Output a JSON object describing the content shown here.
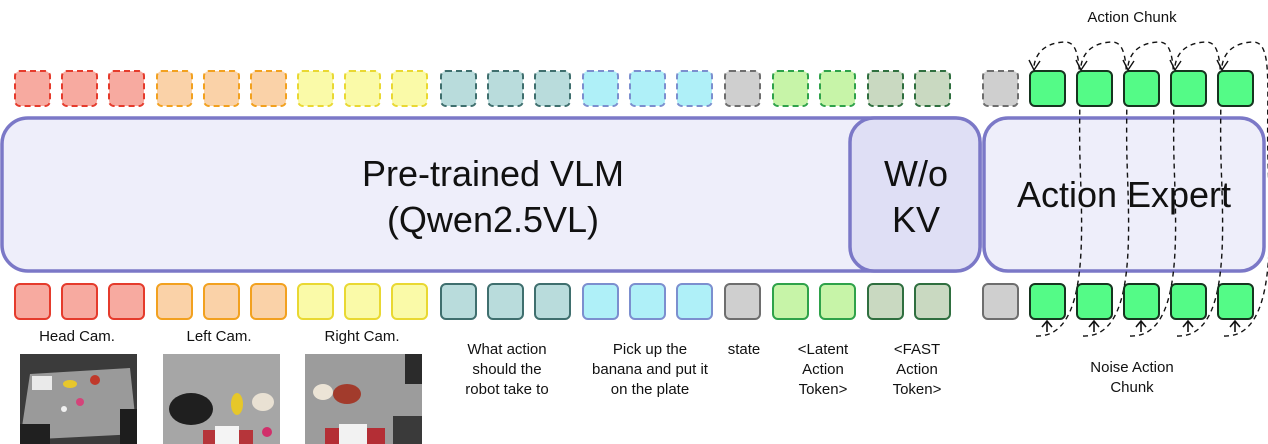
{
  "title_top": "Action Chunk",
  "vlm": {
    "line1": "Pre-trained VLM",
    "line2": "(Qwen2.5VL)"
  },
  "wokv": {
    "line1": "W/o",
    "line2": "KV"
  },
  "expert": {
    "label": "Action Expert"
  },
  "noise_label": "Noise Action\nChunk",
  "labels": {
    "head": "Head Cam.",
    "left": "Left Cam.",
    "right": "Right Cam.",
    "question": "What action\nshould the\nrobot take to",
    "instruction": "Pick up the\nbanana and put it\non the plate",
    "state": "state",
    "latent": "<Latent\nAction\nToken>",
    "fast": "<FAST\nAction\nToken>"
  },
  "colors": {
    "red_fill": "#f7aaa0",
    "red_stroke": "#e53b2c",
    "orange_fill": "#fad2a8",
    "orange_stroke": "#f2a11f",
    "yellow_fill": "#fafaa8",
    "yellow_stroke": "#e9d832",
    "teal_fill": "#b9dcdc",
    "teal_stroke": "#3f6f6e",
    "cyan_fill": "#aff0f8",
    "cyan_stroke": "#7c8fcf",
    "gray_fill": "#cfcfcf",
    "gray_stroke": "#6e6e6e",
    "lgreen_fill": "#c7f4a8",
    "lgreen_stroke": "#2fa24a",
    "sage_fill": "#c9d9c1",
    "sage_stroke": "#2f6f3f",
    "bgreen_fill": "#54fb87",
    "bgreen_stroke": "#16351f",
    "block_fill": "#eeeefa",
    "block_stroke": "#7b78c7",
    "wokv_fill": "#dfdff5"
  },
  "icons": [
    "up-arrow-icon",
    "dashed-loop-arrow-icon"
  ]
}
